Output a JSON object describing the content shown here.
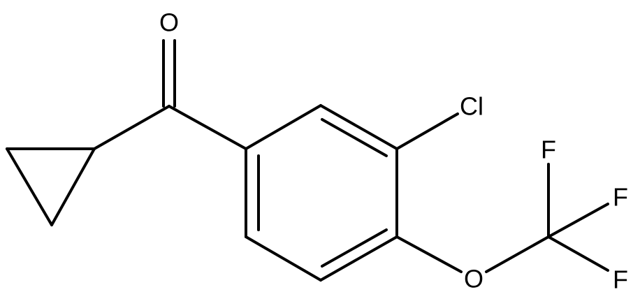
{
  "structure": {
    "atoms": {
      "oxygen_carbonyl": "O",
      "chlorine": "Cl",
      "oxygen_ether": "O",
      "fluorine_1": "F",
      "fluorine_2": "F",
      "fluorine_3": "F"
    },
    "colors": {
      "bond": "#000000",
      "label": "#000000",
      "background": "#ffffff"
    }
  }
}
